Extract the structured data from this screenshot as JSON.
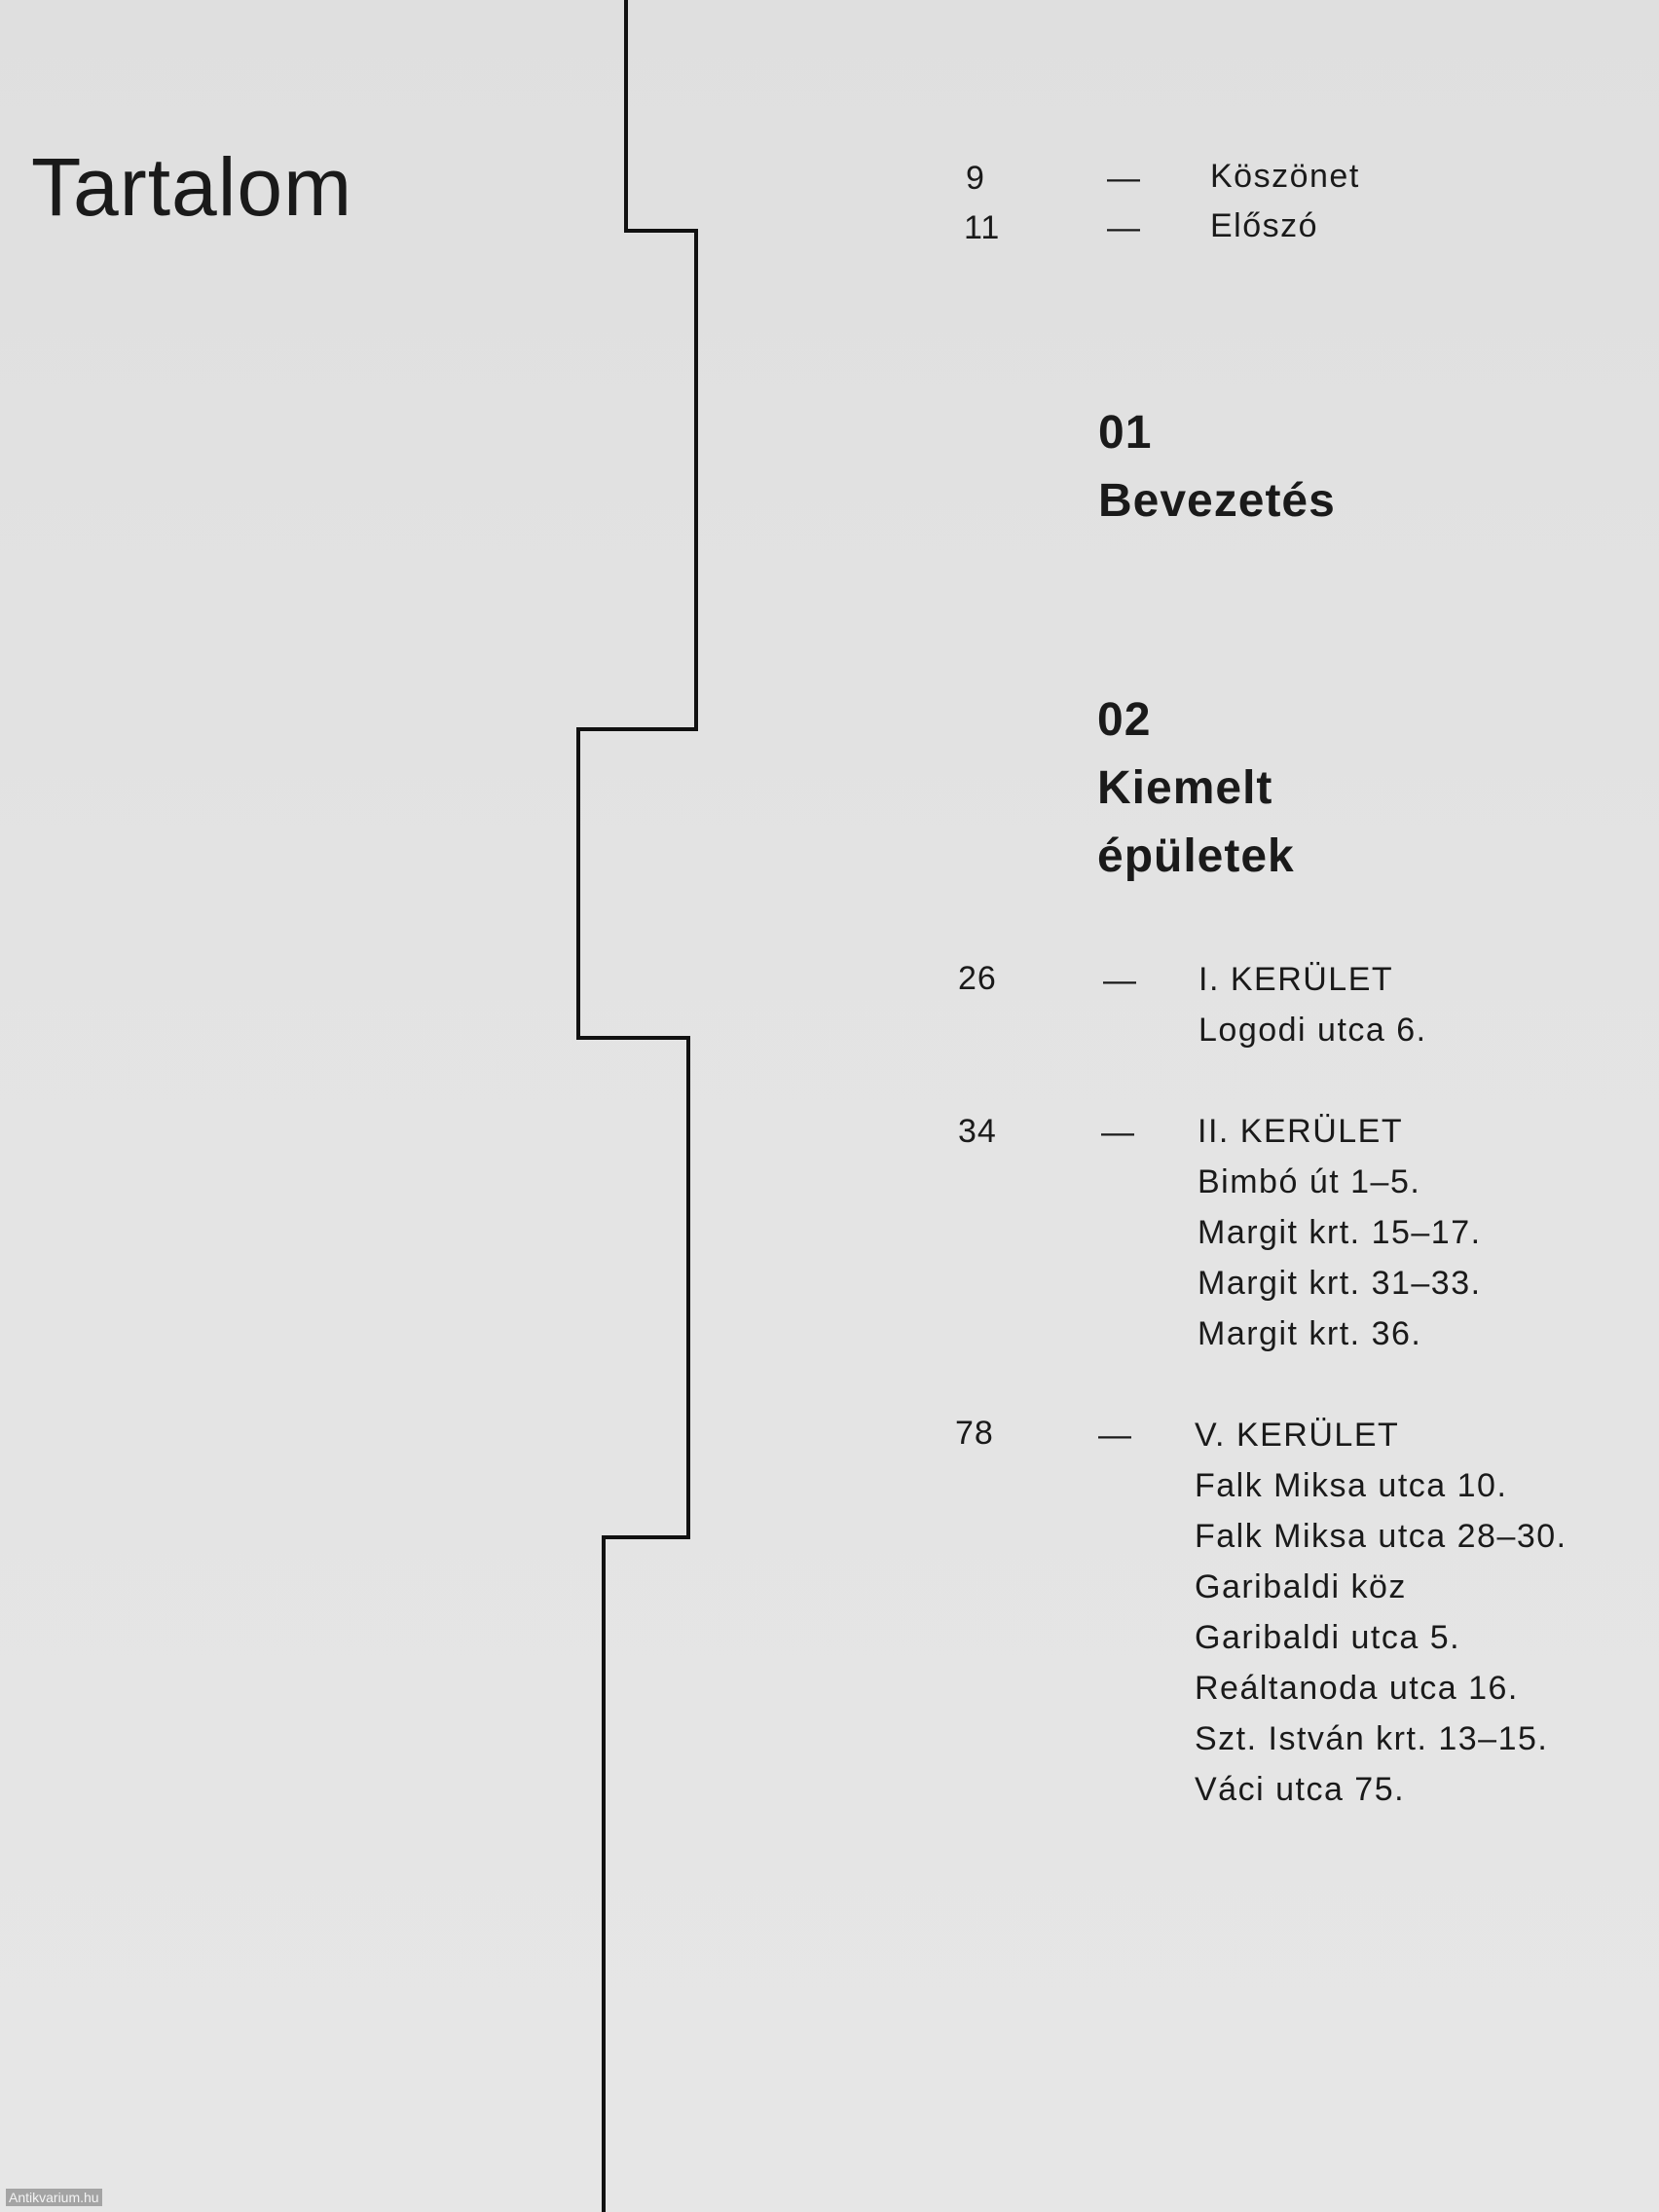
{
  "title": "Tartalom",
  "front_entries": [
    {
      "page": "9",
      "dash": "—",
      "label": "Köszönet"
    },
    {
      "page": "11",
      "dash": "—",
      "label": "Előszó"
    }
  ],
  "sections": [
    {
      "number": "01",
      "lines": [
        "Bevezetés"
      ]
    },
    {
      "number": "02",
      "lines": [
        "Kiemelt",
        "épületek"
      ]
    }
  ],
  "district_entries": [
    {
      "page": "26",
      "dash": "—",
      "lines": [
        "I. KERÜLET",
        "Logodi utca 6."
      ]
    },
    {
      "page": "34",
      "dash": "—",
      "lines": [
        "II. KERÜLET",
        "Bimbó út 1–5.",
        "Margit krt. 15–17.",
        "Margit krt. 31–33.",
        "Margit krt. 36."
      ]
    },
    {
      "page": "78",
      "dash": "—",
      "lines": [
        "V. KERÜLET",
        "Falk Miksa utca 10.",
        "Falk Miksa utca 28–30.",
        "Garibaldi köz",
        "Garibaldi utca 5.",
        "Reáltanoda utca 16.",
        "Szt. István krt. 13–15.",
        "Váci utca 75."
      ]
    }
  ],
  "watermark": "Antikvarium.hu"
}
